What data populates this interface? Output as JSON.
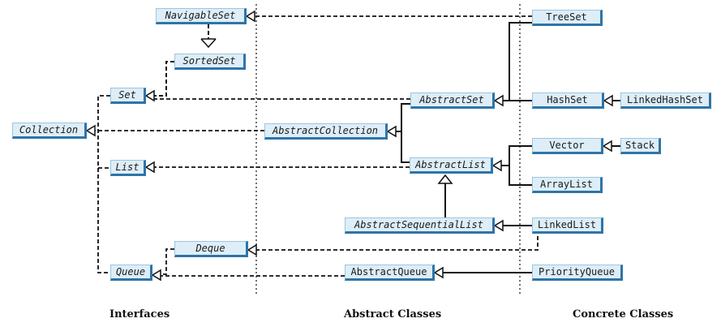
{
  "interfaces": {
    "navigable_set": "NavigableSet",
    "sorted_set": "SortedSet",
    "set": "Set",
    "collection": "Collection",
    "list": "List",
    "deque": "Deque",
    "queue": "Queue"
  },
  "abstract_classes": {
    "abstract_set": "AbstractSet",
    "abstract_collection": "AbstractCollection",
    "abstract_list": "AbstractList",
    "abstract_sequential_list": "AbstractSequentialList",
    "abstract_queue": "AbstractQueue"
  },
  "concrete_classes": {
    "tree_set": "TreeSet",
    "hash_set": "HashSet",
    "linked_hash_set": "LinkedHashSet",
    "vector": "Vector",
    "stack": "Stack",
    "array_list": "ArrayList",
    "linked_list": "LinkedList",
    "priority_queue": "PriorityQueue"
  },
  "column_titles": {
    "interfaces": "Interfaces",
    "abstract": "Abstract Classes",
    "concrete": "Concrete Classes"
  },
  "colors": {
    "box_fill": "#ddeef8",
    "box_border": "#2f74a8",
    "line": "#111111"
  }
}
